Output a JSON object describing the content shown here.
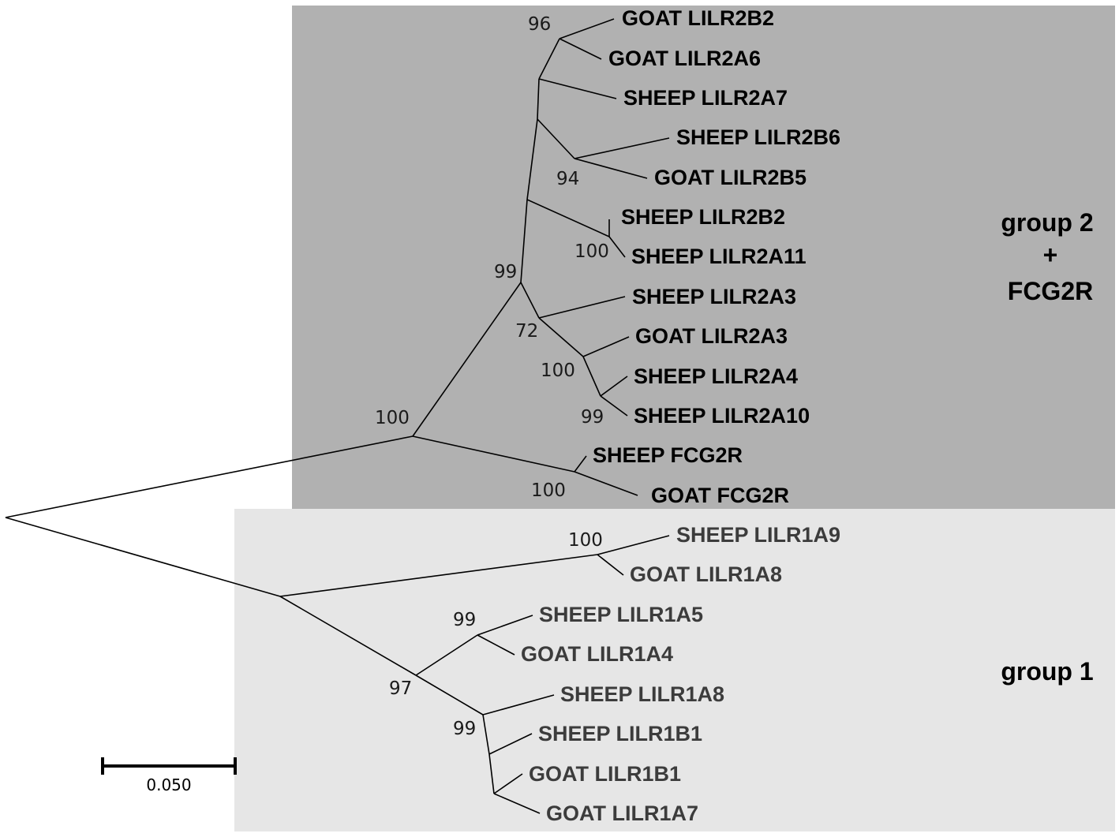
{
  "figure": {
    "type": "phylogenetic-tree",
    "group2": {
      "label_line1": "group 2",
      "label_line2": "+",
      "label_line3": "FCG2R",
      "color": "#b1b1b1"
    },
    "group1": {
      "label": "group 1",
      "color": "#e6e6e6"
    },
    "leaves": [
      "GOAT LILR2B2",
      "GOAT LILR2A6",
      "SHEEP LILR2A7",
      "SHEEP LILR2B6",
      "GOAT LILR2B5",
      "SHEEP LILR2B2",
      "SHEEP LILR2A11",
      "SHEEP LILR2A3",
      "GOAT LILR2A3",
      "SHEEP LILR2A4",
      "SHEEP LILR2A10",
      "SHEEP FCG2R",
      "GOAT FCG2R",
      "SHEEP LILR1A9",
      "GOAT LILR1A8",
      "SHEEP LILR1A5",
      "GOAT LILR1A4",
      "SHEEP LILR1A8",
      "SHEEP LILR1B1",
      "GOAT LILR1B1",
      "GOAT LILR1A7"
    ],
    "leaf_colors": {
      "group2": "#000000",
      "group1": "#3c3c3c"
    },
    "bootstrap_values": [
      "96",
      "94",
      "100",
      "99",
      "72",
      "100",
      "99",
      "100",
      "100",
      "100",
      "99",
      "97",
      "99"
    ],
    "scale_bar": {
      "label": "0.050"
    }
  }
}
